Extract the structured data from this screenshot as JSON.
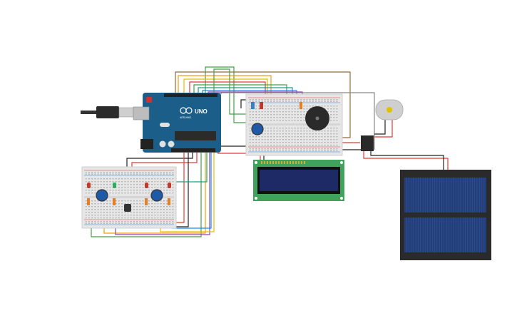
{
  "board": {
    "brand_label": "ARDUINO",
    "model_label": "UNO",
    "brand_color": "#1b5e8a",
    "chip_color": "#2b2b2b"
  },
  "colors": {
    "breadboard": "#e6e6e6",
    "lcd_pcb": "#3fa35b",
    "lcd_screen": "#1d2a66",
    "solar_frame": "#2a2a2a",
    "solar_cell": "#243e7a",
    "motor": "#cfcfcf",
    "wire_red": "#e53935",
    "wire_black": "#222222",
    "wire_green": "#43a047",
    "wire_orange": "#f39c12",
    "wire_yellow": "#e0c000",
    "wire_blue": "#1e88e5",
    "wire_purple": "#8e44ad",
    "wire_teal": "#16a085",
    "wire_brown": "#8d6e3a",
    "wire_gray": "#888888"
  },
  "components": [
    "arduino-uno",
    "main-breadboard",
    "lower-breadboard",
    "lcd-16x2",
    "piezo-buzzer",
    "dc-motor",
    "relay",
    "solar-panel",
    "potentiometer",
    "usb-cable"
  ]
}
